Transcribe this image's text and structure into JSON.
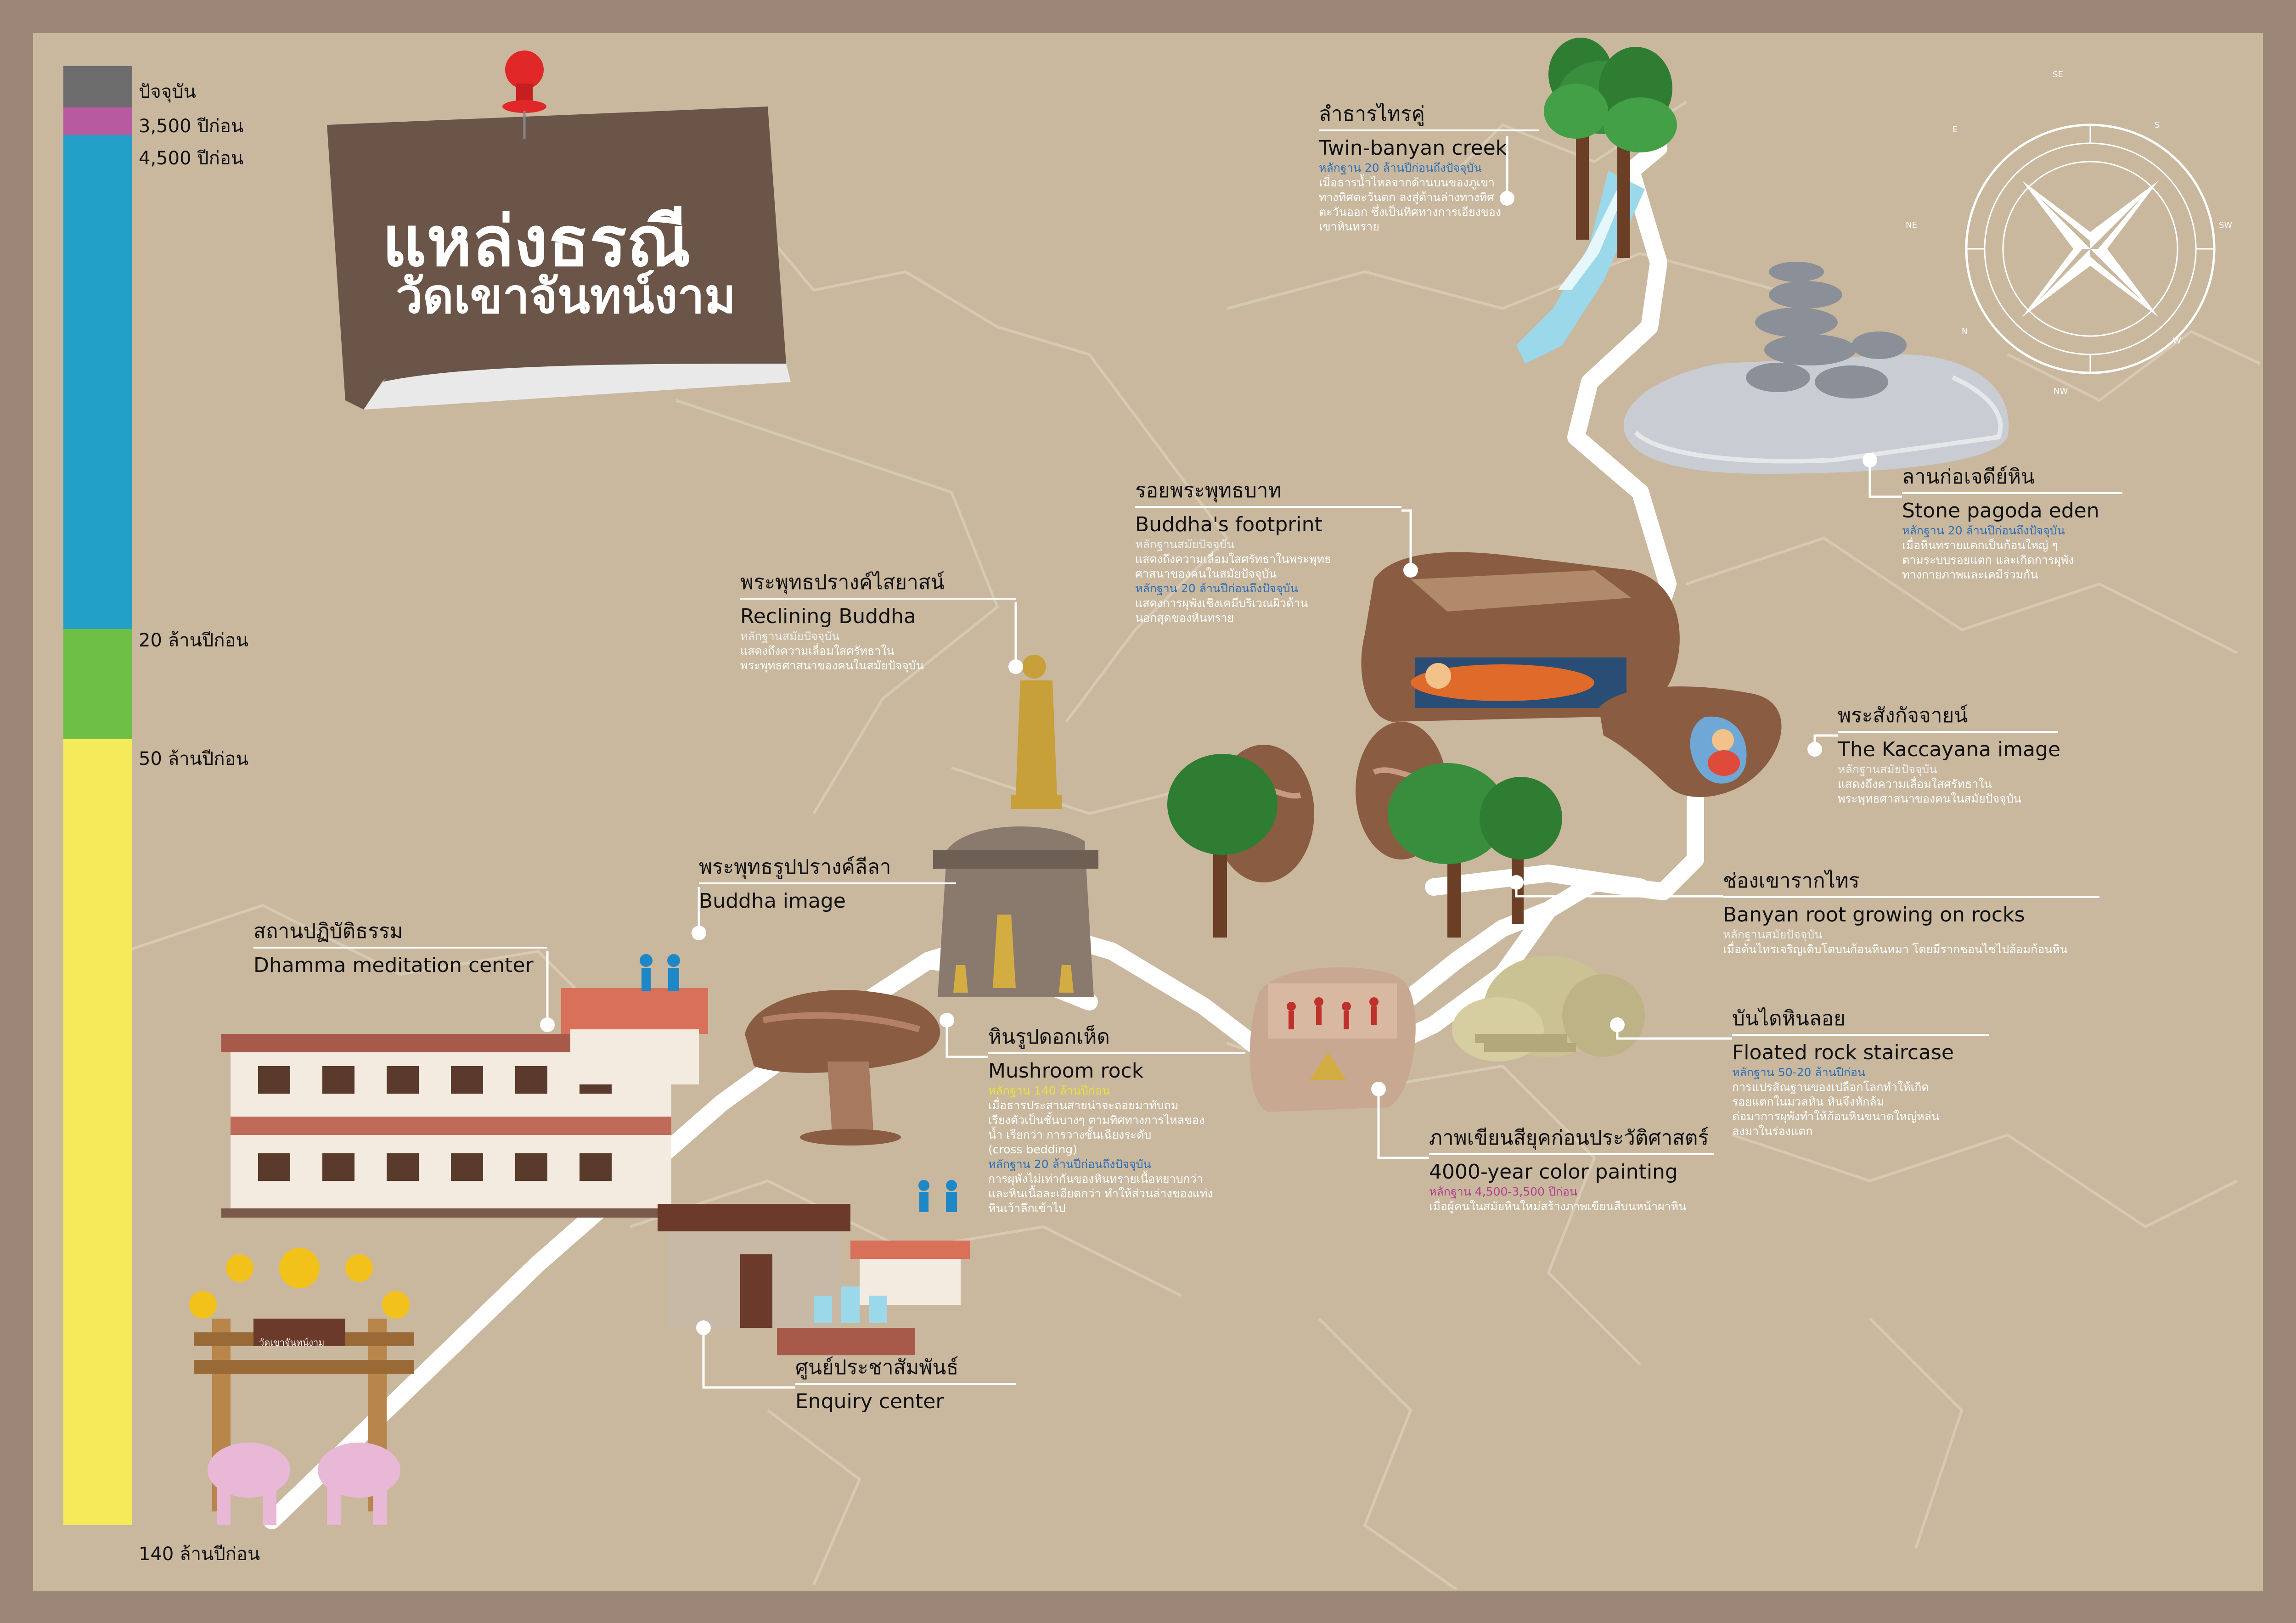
{
  "title": {
    "line1": "แหล่งธรณี",
    "line2": "วัดเขาจันทน์งาม"
  },
  "timeline": {
    "labels": [
      "ปัจจุบัน",
      "3,500 ปีก่อน",
      "4,500 ปีก่อน",
      "20 ล้านปีก่อน",
      "50 ล้านปีก่อน",
      "140 ล้านปีก่อน"
    ],
    "segments": [
      {
        "label": "ปัจจุบัน",
        "color": "#6d6d6d"
      },
      {
        "label": "3,500 ปีก่อน",
        "color": "#b85aa0"
      },
      {
        "label": "4,500 ปีก่อน",
        "color": "#22a0c8"
      },
      {
        "label": "20 ล้านปีก่อน",
        "color": "#6dbf45"
      },
      {
        "label": "50 ล้านปีก่อน",
        "color": "#f5ea5a"
      }
    ]
  },
  "compass": {
    "directions": [
      "SE",
      "SW",
      "NW",
      "NE",
      "S",
      "W",
      "N",
      "E"
    ]
  },
  "gate_sign": "วัดเขาจันทน์งาม",
  "sites": [
    {
      "id": "twin-banyan-creek",
      "th": "ลำธารไทรคู่",
      "en": "Twin-banyan creek",
      "evidence": [
        {
          "text": "หลักฐาน 20 ล้านปีก่อนถึงปัจจุบัน",
          "tone": "blue"
        }
      ],
      "desc": "เมื่อธารน้ำไหลจากด้านบนของภูเขา\nทางทิศตะวันตก ลงสู่ด้านล่างทางทิศ\nตะวันออก ซึ่งเป็นทิศทางการเอียงของ\nเขาหินทราย"
    },
    {
      "id": "stone-pagoda-eden",
      "th": "ลานก่อเจดีย์หิน",
      "en": "Stone pagoda eden",
      "evidence": [
        {
          "text": "หลักฐาน 20 ล้านปีก่อนถึงปัจจุบัน",
          "tone": "blue"
        }
      ],
      "desc": "เมื่อหินทรายแตกเป็นก้อนใหญ่ ๆ\nตามระบบรอยแตก และเกิดการผุพัง\nทางกายภาพและเคมีร่วมกัน"
    },
    {
      "id": "buddhas-footprint",
      "th": "รอยพระพุทธบาท",
      "en": "Buddha's footprint",
      "evidence": [
        {
          "text": "หลักฐานสมัยปัจจุบัน",
          "tone": "gray"
        }
      ],
      "desc": "แสดงถึงความเลื่อมใสศรัทธาในพระพุทธ\nศาสนาของคนในสมัยปัจจุบัน",
      "evidence2": {
        "text": "หลักฐาน 20 ล้านปีก่อนถึงปัจจุบัน",
        "tone": "blue"
      },
      "desc2": "แสดงการผุพังเชิงเคมีบริเวณผิวด้าน\nนอกสุดของหินทราย"
    },
    {
      "id": "reclining-buddha",
      "th": "พระพุทธปรางค์ไสยาสน์",
      "en": "Reclining Buddha",
      "evidence": [
        {
          "text": "หลักฐานสมัยปัจจุบัน",
          "tone": "gray"
        }
      ],
      "desc": "แสดงถึงความเลื่อมใสศรัทธาใน\nพระพุทธศาสนาของคนในสมัยปัจจุบัน"
    },
    {
      "id": "kaccayana-image",
      "th": "พระสังกัจจายน์",
      "en": "The Kaccayana image",
      "evidence": [
        {
          "text": "หลักฐานสมัยปัจจุบัน",
          "tone": "gray"
        }
      ],
      "desc": "แสดงถึงความเลื่อมใสศรัทธาใน\nพระพุทธศาสนาของคนในสมัยปัจจุบัน"
    },
    {
      "id": "buddha-image",
      "th": "พระพุทธรูปปรางค์ลีลา",
      "en": "Buddha image",
      "evidence": [],
      "desc": ""
    },
    {
      "id": "banyan-root",
      "th": "ช่องเขารากไทร",
      "en": "Banyan root growing on rocks",
      "evidence": [
        {
          "text": "หลักฐานสมัยปัจจุบัน",
          "tone": "gray"
        }
      ],
      "desc": "เมื่อต้นไทรเจริญเติบโตบนก้อนหินหมา โดยมีรากชอนไชไปล้อมก้อนหิน"
    },
    {
      "id": "meditation-center",
      "th": "สถานปฏิบัติธรรม",
      "en": "Dhamma meditation center",
      "evidence": [],
      "desc": ""
    },
    {
      "id": "mushroom-rock",
      "th": "หินรูปดอกเห็ด",
      "en": "Mushroom rock",
      "evidence": [
        {
          "text": "หลักฐาน 140 ล้านปีก่อน",
          "tone": "yellow"
        }
      ],
      "desc": "เมื่อธารประสานสายน่าจะถอยมาทับถม\nเรียงตัวเป็นชั้นบางๆ ตามทิศทางการไหลของ\nน้ำ เรียกว่า การวางชั้นเฉียงระดับ\n(cross bedding)",
      "evidence2": {
        "text": "หลักฐาน 20 ล้านปีก่อนถึงปัจจุบัน",
        "tone": "blue"
      },
      "desc2": "การผุพังไม่เท่ากันของหินทรายเนื้อหยาบกว่า\nและหินเนื้อละเอียดกว่า ทำให้ส่วนล่างของแท่ง\nหินเว้าลึกเข้าไป"
    },
    {
      "id": "floated-rock-staircase",
      "th": "บันไดหินลอย",
      "en": "Floated rock staircase",
      "evidence": [
        {
          "text": "หลักฐาน 50-20 ล้านปีก่อน",
          "tone": "blue"
        }
      ],
      "desc": "การแปรสัณฐานของเปลือกโลกทำให้เกิด\nรอยแตกในมวลหิน หินจึงหักล้ม\nต่อมาการผุพังทำให้ก้อนหินขนาดใหญ่หล่น\nลงมาในร่องแตก"
    },
    {
      "id": "color-painting",
      "th": "ภาพเขียนสียุคก่อนประวัติศาสตร์",
      "en": "4000-year color painting",
      "evidence": [
        {
          "text": "หลักฐาน 4,500-3,500 ปีก่อน",
          "tone": "pink"
        }
      ],
      "desc": "เมื่อผู้คนในสมัยหินใหม่สร้างภาพเขียนสีบนหน้าผาหิน"
    },
    {
      "id": "enquiry-center",
      "th": "ศูนย์ประชาสัมพันธ์",
      "en": "Enquiry center",
      "evidence": [],
      "desc": ""
    }
  ],
  "colors": {
    "frame": "#9c8677",
    "map": "#c9b89e",
    "road": "#ffffff",
    "card": "#6b5548",
    "pin": "#e02828"
  }
}
